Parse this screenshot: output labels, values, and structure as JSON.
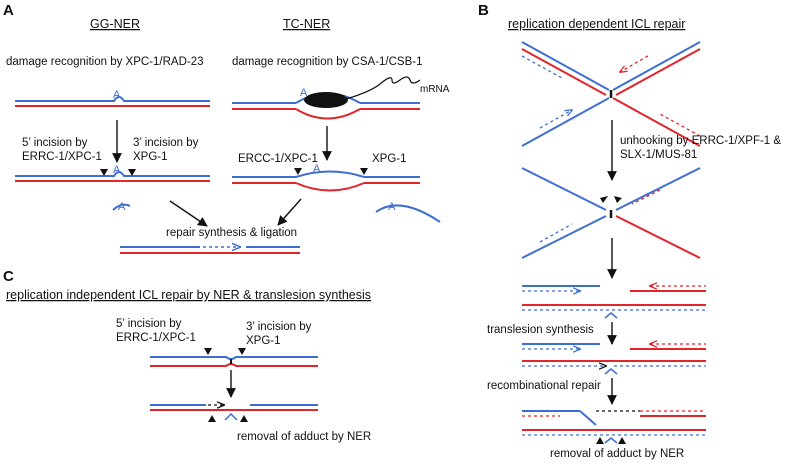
{
  "colors": {
    "top_strand": "#3c6fd1",
    "bottom_strand": "#e0252b",
    "black": "#111111"
  },
  "panel_a": {
    "letter": "A",
    "gg_title": "GG-NER",
    "tc_title": "TC-NER",
    "gg_recognition": "damage recognition by XPC-1/RAD-23",
    "tc_recognition": "damage recognition by CSA-1/CSB-1",
    "mrna": "mRNA",
    "incision5_line1": "5’ incision by",
    "incision5_line2": "ERRC-1/XPC-1",
    "incision3_line1": "3’ incision by",
    "incision3_line2": "XPG-1",
    "tc_ercc": "ERCC-1/XPC-1",
    "tc_xpg": "XPG-1",
    "repair": "repair synthesis & ligation",
    "lesion_glyph": "A"
  },
  "panel_b": {
    "letter": "B",
    "title": "replication dependent ICL repair",
    "unhook_line1": "unhooking by ERRC-1/XPF-1 &",
    "unhook_line2": "SLX-1/MUS-81",
    "tls": "translesion synthesis",
    "recomb": "recombinational repair",
    "removal": "removal of adduct by NER"
  },
  "panel_c": {
    "letter": "C",
    "title": "replication independent ICL repair by NER & translesion synthesis",
    "incision5_line1": "5’ incision by",
    "incision5_line2": "ERRC-1/XPC-1",
    "incision3_line1": "3’ incision by",
    "incision3_line2": "XPG-1",
    "removal": "removal of adduct by NER"
  }
}
